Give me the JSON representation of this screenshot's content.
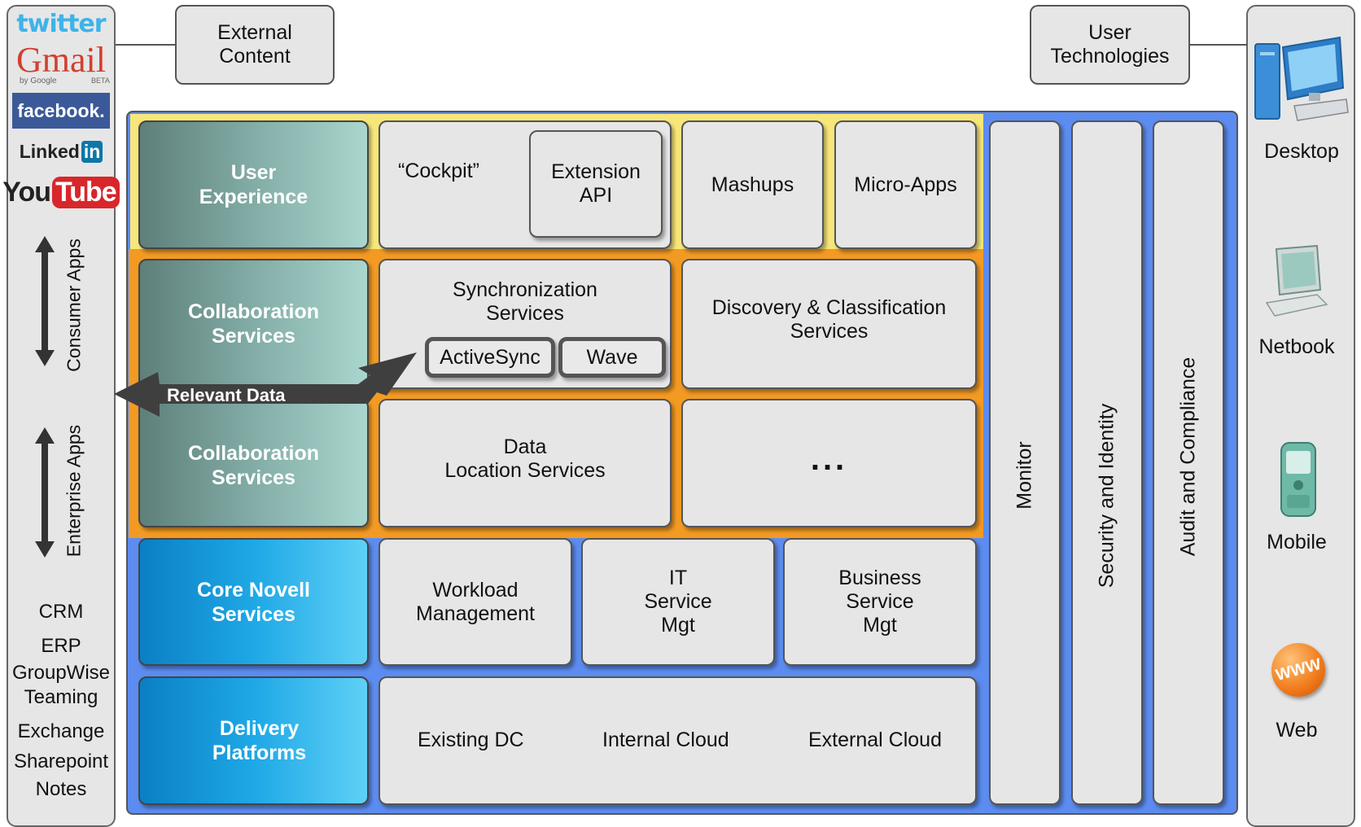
{
  "top": {
    "external_content": "External\nContent",
    "user_technologies": "User\nTechnologies"
  },
  "left_sidebar": {
    "logos": {
      "twitter": "twitter",
      "gmail": "Gmail",
      "gmail_by": "by Google",
      "gmail_beta": "BETA",
      "facebook": "facebook.",
      "linkedin": "Linked",
      "linkedin_in": "in",
      "youtube_you": "You",
      "youtube_tube": "Tube"
    },
    "consumer_apps": "Consumer Apps",
    "enterprise_apps": "Enterprise Apps",
    "enterprise_list": [
      "CRM",
      "ERP",
      "GroupWise",
      "Teaming",
      "Exchange",
      "Sharepoint",
      "Notes"
    ]
  },
  "rows": {
    "user_experience": {
      "label": "User\nExperience",
      "cockpit": "“Cockpit”",
      "extension_api": "Extension\nAPI",
      "mashups": "Mashups",
      "micro_apps": "Micro-Apps"
    },
    "collab1": {
      "label": "Collaboration\nServices",
      "sync": "Synchronization\nServices",
      "activesync": "ActiveSync",
      "wave": "Wave",
      "discovery": "Discovery & Classification\nServices"
    },
    "relevant_data": "Relevant Data",
    "collab2": {
      "label": "Collaboration\nServices",
      "data_location": "Data\nLocation Services",
      "ellipsis": "..."
    },
    "core": {
      "label": "Core Novell\nServices",
      "workload": "Workload\nManagement",
      "it_service": "IT\nService\nMgt",
      "business_service": "Business\nService\nMgt"
    },
    "delivery": {
      "label": "Delivery\nPlatforms",
      "existing_dc": "Existing DC",
      "internal_cloud": "Internal Cloud",
      "external_cloud": "External Cloud"
    }
  },
  "vertical_columns": {
    "monitor": "Monitor",
    "security": "Security and Identity",
    "audit": "Audit and Compliance"
  },
  "devices": {
    "desktop": "Desktop",
    "netbook": "Netbook",
    "mobile": "Mobile",
    "web": "Web",
    "web_icon_text": "WWW"
  },
  "colors": {
    "yellow_band": "#f7e77a",
    "orange_band": "#f39a23",
    "blue_frame": "#5c8cf0",
    "teal_label": "#7fa8a2",
    "blue_label": "#1ea8e6",
    "box_fill": "#e6e6e6"
  }
}
